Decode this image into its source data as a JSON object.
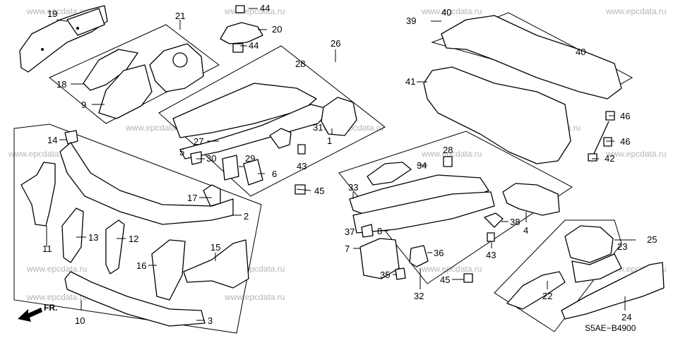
{
  "watermark": "www.epcdata.ru",
  "diagram_code": "S5AE−B4900",
  "front_label": "FR.",
  "part_labels": [
    "1",
    "2",
    "3",
    "4",
    "5",
    "6",
    "7",
    "8",
    "9",
    "10",
    "11",
    "12",
    "13",
    "14",
    "15",
    "16",
    "17",
    "18",
    "19",
    "20",
    "21",
    "22",
    "23",
    "24",
    "25",
    "26",
    "27",
    "28",
    "29",
    "30",
    "31",
    "32",
    "33",
    "34",
    "35",
    "36",
    "37",
    "38",
    "39",
    "40",
    "41",
    "42",
    "43",
    "44",
    "45",
    "46"
  ],
  "colors": {
    "line": "#000000",
    "watermark": "#b5b5b5",
    "background": "#ffffff"
  }
}
